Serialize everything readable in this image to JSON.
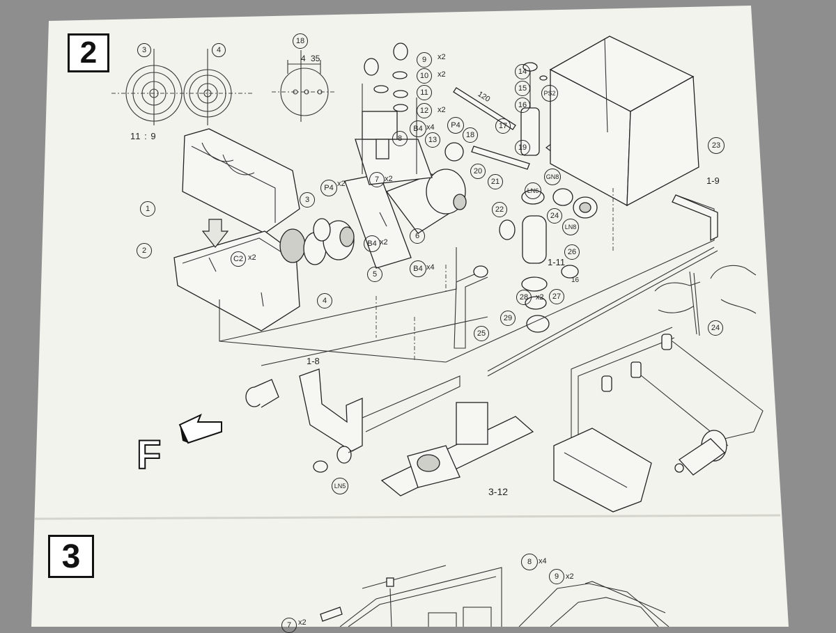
{
  "steps": {
    "step2": "2",
    "step3": "3"
  },
  "pulley_view": {
    "left_id": "3",
    "right_id": "4",
    "ratio": "11 : 9"
  },
  "gear_view": {
    "id": "18",
    "dim_a": "4",
    "dim_b": "35"
  },
  "callouts": [
    {
      "key": "p1",
      "text": "1"
    },
    {
      "key": "p2",
      "text": "2"
    },
    {
      "key": "p3",
      "text": "3"
    },
    {
      "key": "p4",
      "text": "4"
    },
    {
      "key": "p5",
      "text": "5"
    },
    {
      "key": "p6",
      "text": "6"
    },
    {
      "key": "p7",
      "text": "7"
    },
    {
      "key": "p8",
      "text": "8"
    },
    {
      "key": "p9",
      "text": "9"
    },
    {
      "key": "p10",
      "text": "10"
    },
    {
      "key": "p11",
      "text": "11"
    },
    {
      "key": "p12",
      "text": "12"
    },
    {
      "key": "p13",
      "text": "13"
    },
    {
      "key": "p14",
      "text": "14"
    },
    {
      "key": "p15",
      "text": "15"
    },
    {
      "key": "p16",
      "text": "16"
    },
    {
      "key": "p17",
      "text": "17"
    },
    {
      "key": "p18",
      "text": "18"
    },
    {
      "key": "p19",
      "text": "19"
    },
    {
      "key": "p20",
      "text": "20"
    },
    {
      "key": "p21",
      "text": "21"
    },
    {
      "key": "p22",
      "text": "22"
    },
    {
      "key": "p23",
      "text": "23"
    },
    {
      "key": "p24a",
      "text": "24"
    },
    {
      "key": "p24b",
      "text": "24"
    },
    {
      "key": "p25",
      "text": "25"
    },
    {
      "key": "p26",
      "text": "26"
    },
    {
      "key": "p27",
      "text": "27"
    },
    {
      "key": "p28",
      "text": "28"
    },
    {
      "key": "p29",
      "text": "29"
    },
    {
      "key": "p4b",
      "text": "4"
    },
    {
      "key": "c2",
      "text": "C2"
    },
    {
      "key": "p4s",
      "text": "P4"
    },
    {
      "key": "p4t",
      "text": "P4"
    },
    {
      "key": "b4a",
      "text": "B4"
    },
    {
      "key": "b4b",
      "text": "B4"
    },
    {
      "key": "b4c",
      "text": "B4"
    },
    {
      "key": "ps2",
      "text": "PS2"
    },
    {
      "key": "ln6",
      "text": "LN6"
    },
    {
      "key": "ln8",
      "text": "LN8"
    },
    {
      "key": "gn8",
      "text": "GN8"
    },
    {
      "key": "ln5",
      "text": "LN5"
    },
    {
      "key": "s8",
      "text": "8"
    },
    {
      "key": "s9",
      "text": "9"
    },
    {
      "key": "s7",
      "text": "7"
    }
  ],
  "multipliers": {
    "m9": "x2",
    "m10": "x2",
    "m12": "x2",
    "m7": "x2",
    "m28": "x2",
    "mc2": "x2",
    "mp4": "x2",
    "mb4a": "x4",
    "mb4b": "x2",
    "mb4c": "x4",
    "ms8": "x4",
    "ms9": "x2",
    "ms7": "x2"
  },
  "refs": {
    "r1_9": "1-9",
    "r1_8": "1-8",
    "r1_11": "1-11",
    "r3_12": "3-12",
    "rod_len": "120",
    "val16": "16",
    "front": "F"
  }
}
